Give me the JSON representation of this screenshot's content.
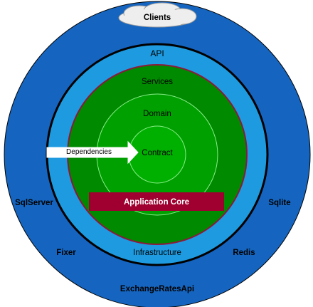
{
  "clients": "Clients",
  "api": "API",
  "services": "Services",
  "domain": "Domain",
  "contract": "Contract",
  "dependencies": "Dependencies",
  "application_core": "Application Core",
  "infrastructure": "Infrastructure",
  "external": {
    "sqlserver": "SqlServer",
    "sqlite": "Sqlite",
    "fixer": "Fixer",
    "redis": "Redis",
    "exchangeratesapi": "ExchangeRatesApi"
  },
  "colors": {
    "outer_ring": "#1565C0",
    "api_ring": "#1E9BE0",
    "services_disc": "#008A00",
    "inner_disc": "#00B000",
    "core_banner": "#A00030",
    "maroon_border": "#8B1A3A",
    "light_green_line": "#88EE88"
  }
}
